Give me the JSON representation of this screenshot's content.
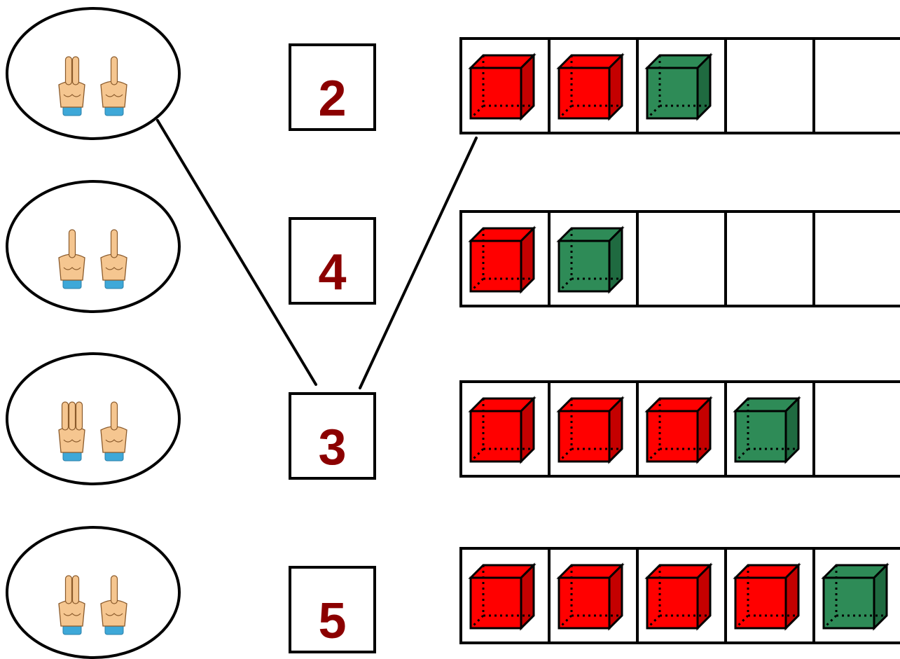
{
  "colors": {
    "number": "#8b0000",
    "red_cube": "#ff0000",
    "red_cube_shade": "#c40000",
    "green_cube": "#2e8b57",
    "green_cube_shade": "#1f6a40",
    "skin": "#f5c690",
    "cuff": "#3ea8d8"
  },
  "hand_groups": [
    {
      "left_fingers": 2,
      "right_fingers": 1
    },
    {
      "left_fingers": 1,
      "right_fingers": 1
    },
    {
      "left_fingers": 3,
      "right_fingers": 1
    },
    {
      "left_fingers": 2,
      "right_fingers": 1
    }
  ],
  "numbers": [
    "2",
    "4",
    "3",
    "5"
  ],
  "cube_rows": [
    [
      "red",
      "red",
      "green",
      "",
      ""
    ],
    [
      "red",
      "green",
      "",
      "",
      ""
    ],
    [
      "red",
      "red",
      "red",
      "green",
      ""
    ],
    [
      "red",
      "red",
      "red",
      "red",
      "green"
    ]
  ]
}
